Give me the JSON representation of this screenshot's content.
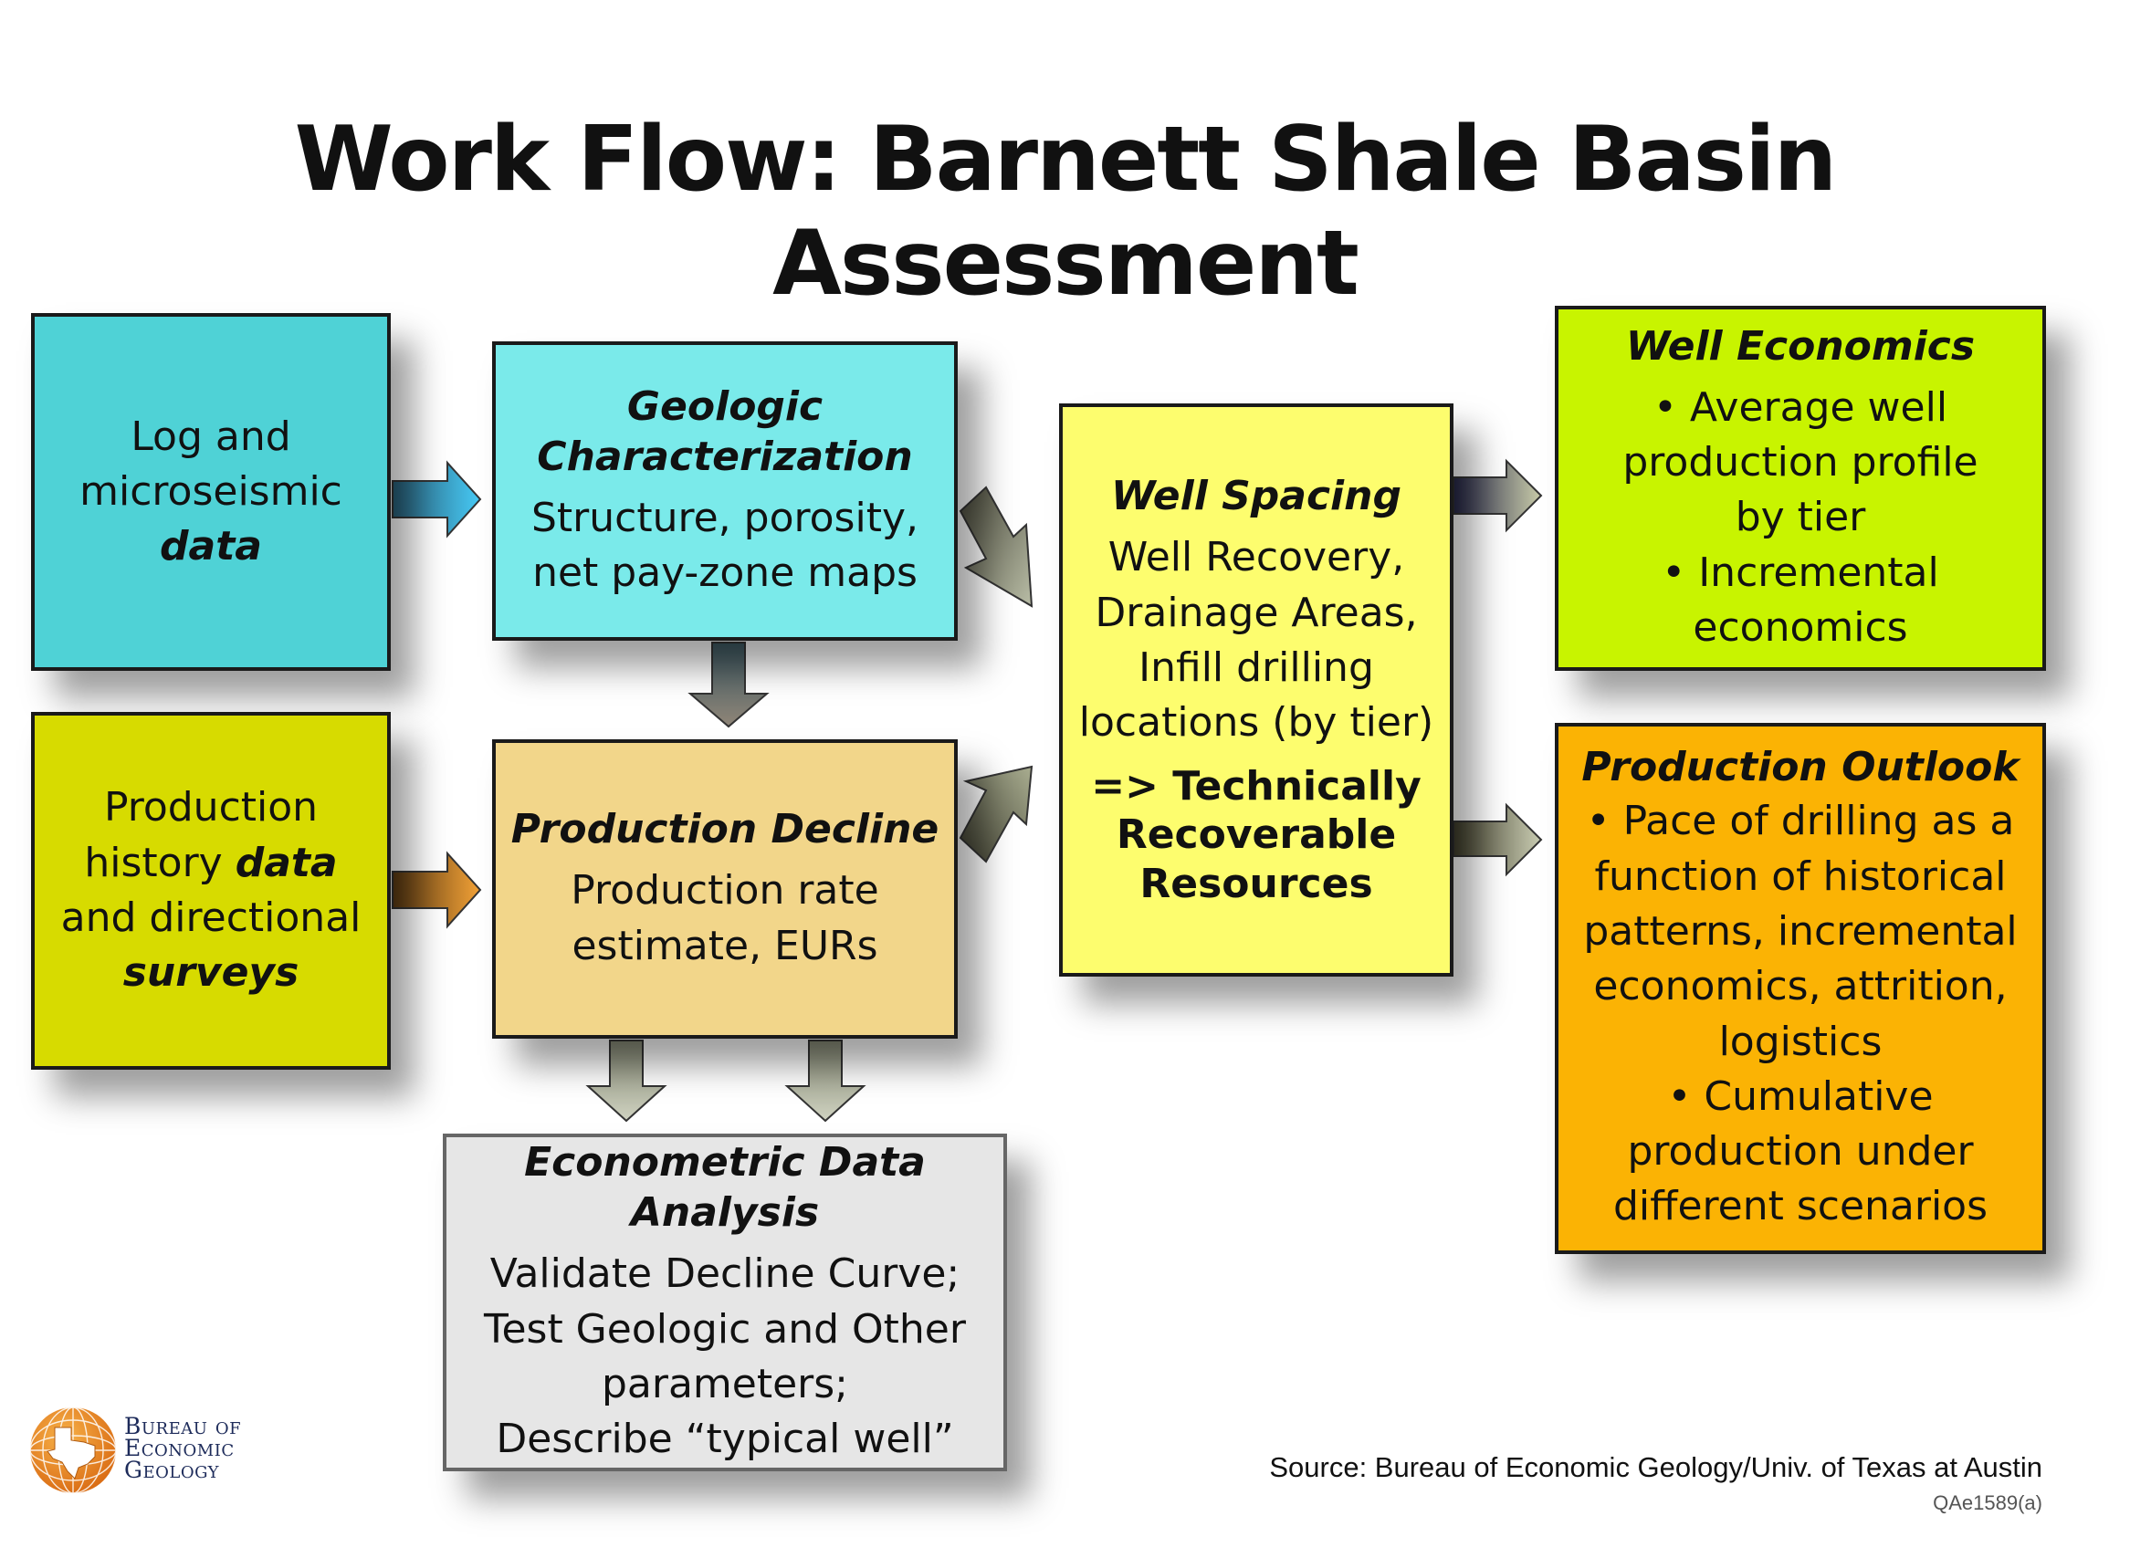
{
  "title": "Work Flow: Barnett Shale Basin Assessment",
  "boxes": {
    "log_data": {
      "line1": "Log and",
      "line2": "microseismic",
      "line3": "data"
    },
    "production_history": {
      "line1": "Production",
      "line2a": "history ",
      "line2b": "data",
      "line3": "and directional",
      "line4": "surveys"
    },
    "geologic": {
      "heading1": "Geologic",
      "heading2": "Characterization",
      "line1": "Structure, porosity,",
      "line2": "net pay-zone maps"
    },
    "production_decline": {
      "heading": "Production Decline",
      "line1": "Production rate",
      "line2": "estimate, EURs"
    },
    "econometric": {
      "heading": "Econometric Data Analysis",
      "line1": "Validate Decline Curve;",
      "line2": "Test Geologic and Other",
      "line3": "parameters;",
      "line4": "Describe “typical well”"
    },
    "well_spacing": {
      "heading": "Well Spacing",
      "line1": "Well Recovery,",
      "line2": "Drainage Areas,",
      "line3": "Infill drilling",
      "line4": "locations (by tier)",
      "result1": "=> Technically",
      "result2": "Recoverable",
      "result3": "Resources"
    },
    "well_economics": {
      "heading": "Well Economics",
      "line1": "• Average well",
      "line2": "production profile",
      "line3": "by tier",
      "line4": "• Incremental economics"
    },
    "production_outlook": {
      "heading": "Production Outlook",
      "line1": "• Pace of drilling as a",
      "line2": "function of historical",
      "line3": "patterns, incremental",
      "line4": "economics, attrition,",
      "line5": "logistics",
      "line6": "• Cumulative",
      "line7": "production under",
      "line8": "different scenarios"
    }
  },
  "colors": {
    "log_data": "#4fd2d6",
    "production_history": "#d7db00",
    "geologic": "#7aeaea",
    "production_decline": "#f2d68a",
    "econometric": "#e6e6e6",
    "well_spacing": "#fdfd6e",
    "well_economics": "#c8f400",
    "production_outlook": "#fbb304"
  },
  "logo": {
    "line1": "Bureau of",
    "line2": "Economic",
    "line3": "Geology"
  },
  "source": "Source: Bureau of Economic Geology/Univ. of Texas at Austin",
  "code": "QAe1589(a)"
}
